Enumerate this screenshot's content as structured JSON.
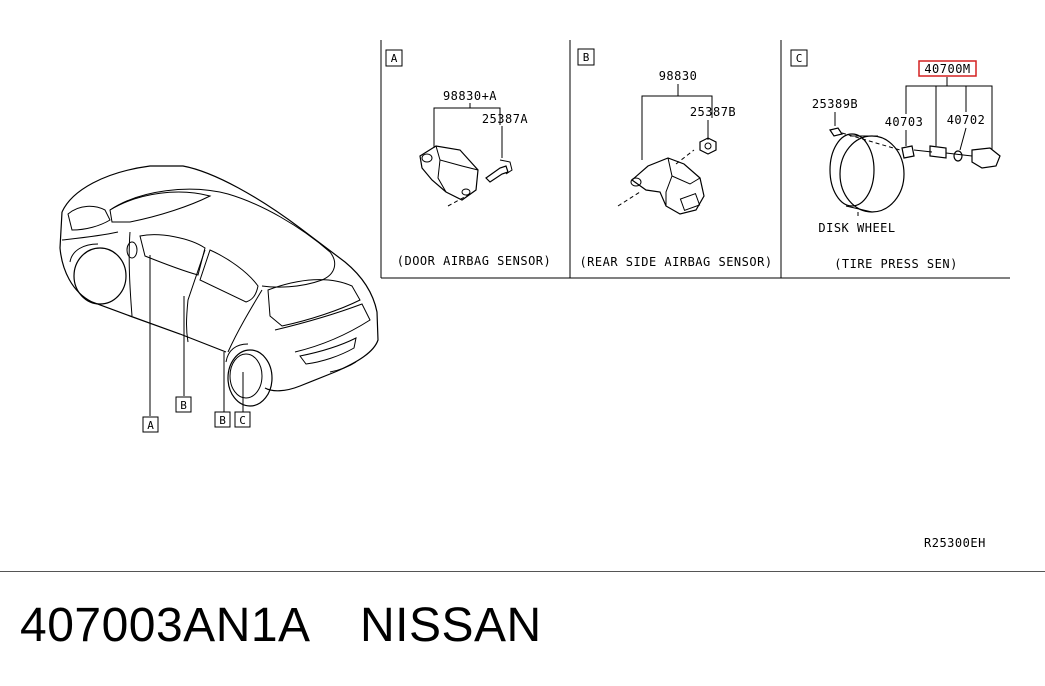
{
  "callouts": {
    "a": "A",
    "b": "B",
    "b2": "B",
    "c": "C"
  },
  "panels": {
    "a": {
      "letter": "A",
      "part_sensor": "98830+A",
      "part_bolt": "25387A",
      "caption": "(DOOR AIRBAG SENSOR)"
    },
    "b": {
      "letter": "B",
      "part_sensor": "98830",
      "part_nut": "25387B",
      "caption": "(REAR SIDE AIRBAG SENSOR)"
    },
    "c": {
      "letter": "C",
      "part_assembly": "40700M",
      "part_assembly_highlight": "#d42020",
      "part_cap": "25389B",
      "part_valve": "40703",
      "part_sensor": "40702",
      "wheel_label": "DISK WHEEL",
      "caption": "(TIRE PRESS SEN)"
    }
  },
  "diagram_code": "R25300EH",
  "footer": {
    "part_number": "407003AN1A",
    "brand": "NISSAN"
  }
}
